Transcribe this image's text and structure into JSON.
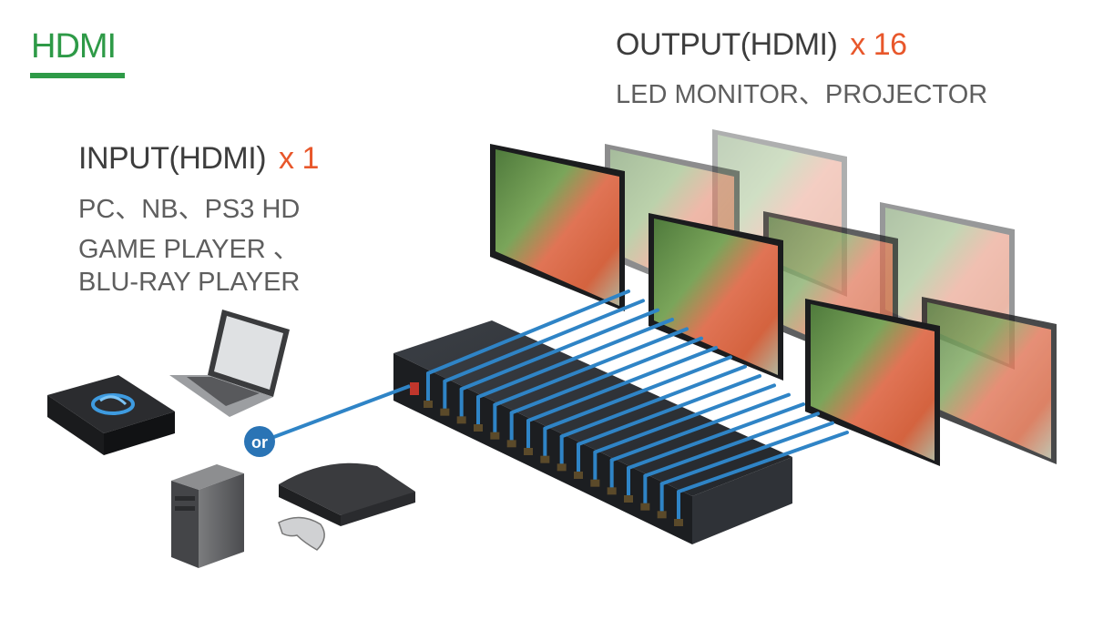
{
  "title": "HDMI",
  "output": {
    "heading": "OUTPUT(HDMI)",
    "multiplier": "x 16",
    "devices": "LED MONITOR、PROJECTOR"
  },
  "input": {
    "heading": "INPUT(HDMI)",
    "multiplier": "x 1",
    "devices_line1": "PC、NB、PS3 HD",
    "devices_line2": "GAME PLAYER 、",
    "devices_line3": "BLU-RAY PLAYER"
  },
  "or_label": "or",
  "port_count": 16,
  "monitor_count": 8,
  "colors": {
    "title_green": "#2e9a47",
    "multiplier_orange": "#e8572b",
    "cable_blue": "#2f84c6",
    "or_badge": "#2a74b5",
    "splitter_body": "#2b2e33"
  },
  "icons": [
    "laptop-icon",
    "blu-ray-player-icon",
    "pc-tower-icon",
    "ps3-console-icon",
    "game-controller-icon",
    "monitor-icon",
    "hdmi-splitter-icon"
  ]
}
